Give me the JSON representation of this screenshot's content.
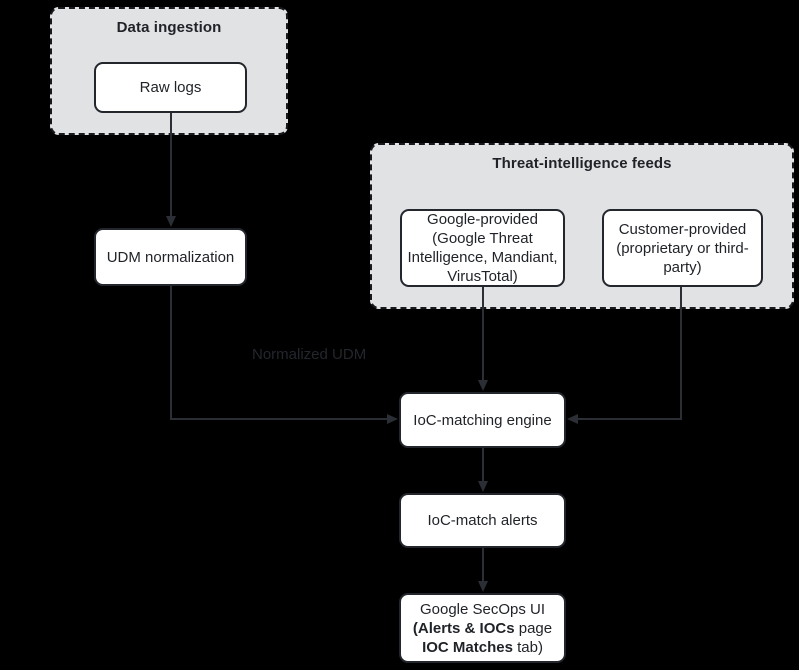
{
  "diagram": {
    "background": "#000000",
    "colors": {
      "container_fill": "#e1e2e4",
      "container_border": "#17191d",
      "node_fill": "#ffffff",
      "node_border": "#23262c",
      "node_text": "#1f2227",
      "arrow": "#2b2e34",
      "edge_label_text": "#23262c"
    },
    "containers": {
      "data_ingestion": {
        "title": "Data ingestion"
      },
      "threat_feeds": {
        "title": "Threat-intelligence feeds"
      }
    },
    "nodes": {
      "raw_logs": {
        "label": "Raw logs"
      },
      "udm_normalization": {
        "label": "UDM normalization"
      },
      "google_provided": {
        "label": "Google-provided\n(Google Threat\nIntelligence, Mandiant,\nVirusTotal)"
      },
      "customer_provided": {
        "label": "Customer-provided\n(proprietary or third-\nparty)"
      },
      "ioc_matching_engine": {
        "label": "IoC-matching engine"
      },
      "ioc_match_alerts": {
        "label": "IoC-match alerts"
      },
      "secops_ui": {
        "line1": "Google SecOps UI",
        "line2_bold": "(Alerts & IOCs",
        "line2_regular": " page",
        "line3_bold": "IOC Matches",
        "line3_regular": " tab)"
      }
    },
    "edge_labels": {
      "normalized_udm": "Normalized UDM"
    }
  }
}
